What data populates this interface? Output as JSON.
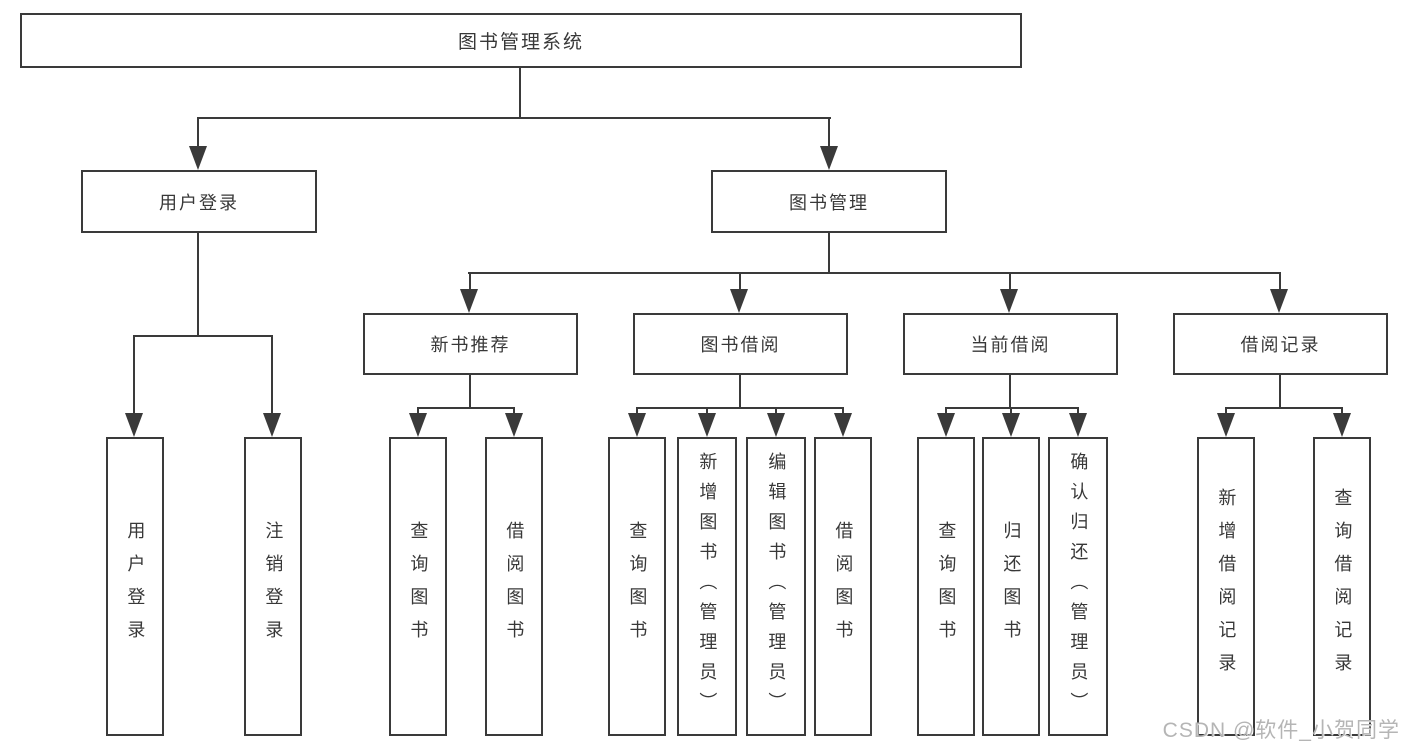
{
  "diagram": {
    "root": {
      "label": "图书管理系统"
    },
    "branches": [
      {
        "label": "用户登录",
        "children": [
          {
            "label": "用户登录"
          },
          {
            "label": "注销登录"
          }
        ]
      },
      {
        "label": "图书管理",
        "children": [
          {
            "label": "新书推荐",
            "children": [
              {
                "label": "查询图书"
              },
              {
                "label": "借阅图书"
              }
            ]
          },
          {
            "label": "图书借阅",
            "children": [
              {
                "label": "查询图书"
              },
              {
                "label": "新增图书（管理员）"
              },
              {
                "label": "编辑图书（管理员）"
              },
              {
                "label": "借阅图书"
              }
            ]
          },
          {
            "label": "当前借阅",
            "children": [
              {
                "label": "查询图书"
              },
              {
                "label": "归还图书"
              },
              {
                "label": "确认归还（管理员）"
              }
            ]
          },
          {
            "label": "借阅记录",
            "children": [
              {
                "label": "新增借阅记录"
              },
              {
                "label": "查询借阅记录"
              }
            ]
          }
        ]
      }
    ]
  },
  "watermark": {
    "text": "CSDN @软件_小贺同学"
  },
  "colors": {
    "line": "#3a3a3a",
    "text": "#383838",
    "background": "#ffffff",
    "watermark": "#b5b5b5"
  }
}
